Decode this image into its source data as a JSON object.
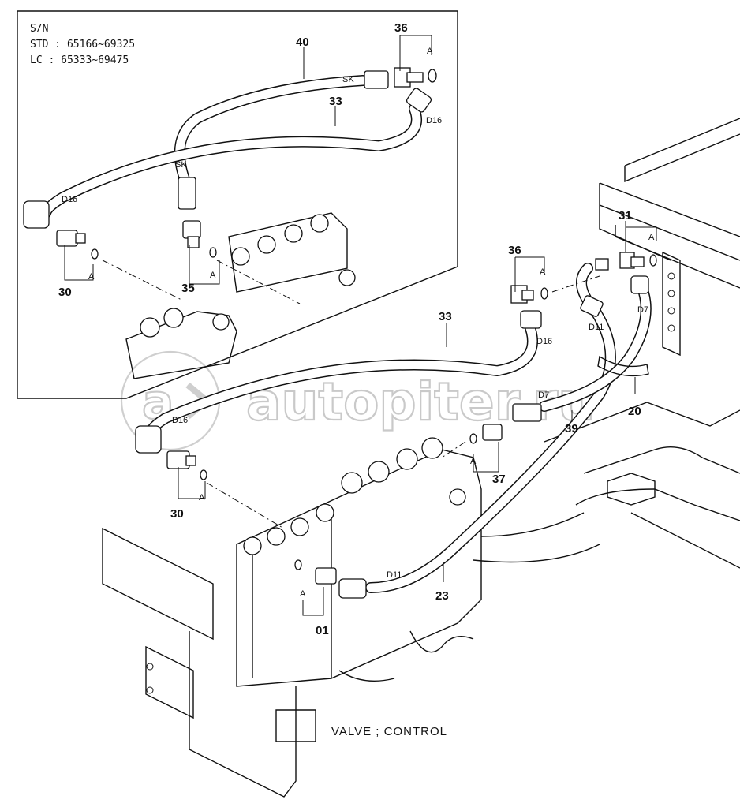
{
  "serial_box": {
    "title": "S/N",
    "std_line": "STD : 65166~69325",
    "lc_line": "LC  : 65333~69475"
  },
  "caption": "VALVE ; CONTROL",
  "watermark": "autopiter.ru",
  "part_labels": {
    "p40": "40",
    "p36_inset": "36",
    "p33_inset": "33",
    "p30_inset": "30",
    "p35": "35",
    "p36": "36",
    "p31": "31",
    "p33": "33",
    "p20": "20",
    "p39": "39",
    "p37": "37",
    "p30": "30",
    "p23": "23",
    "p01": "01"
  },
  "fitting_tags": {
    "sk_top": "SK",
    "sk_bottom": "SK",
    "d16_inset_right": "D16",
    "d16_inset_left": "D16",
    "d16_right": "D16",
    "d16_left": "D16",
    "d11_upper": "D11",
    "d7_upper": "D7",
    "d7_lower": "D7",
    "d11_lower": "D11"
  },
  "ref_marks": {
    "a_inset_36": "A",
    "a_inset_30": "A",
    "a_inset_35": "A",
    "a_31": "A",
    "a_36": "A",
    "a_37": "A",
    "a_30": "A",
    "a_01": "A"
  }
}
